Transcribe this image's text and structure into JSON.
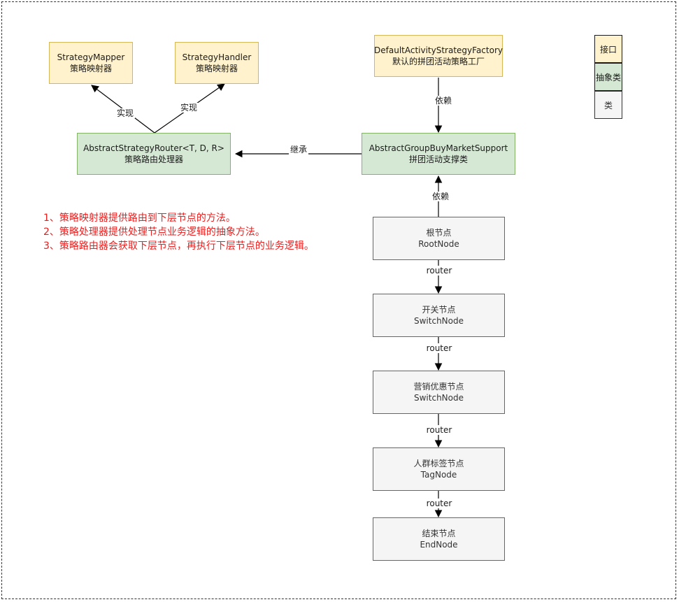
{
  "nodes": {
    "strategy_mapper": {
      "title": "StrategyMapper",
      "subtitle": "策略映射器"
    },
    "strategy_handler": {
      "title": "StrategyHandler",
      "subtitle": "策略映射器"
    },
    "factory": {
      "title": "DefaultActivityStrategyFactory",
      "subtitle": "默认的拼团活动策略工厂"
    },
    "router": {
      "title": "AbstractStrategyRouter<T, D, R>",
      "subtitle": "策略路由处理器"
    },
    "support": {
      "title": "AbstractGroupBuyMarketSupport",
      "subtitle": "拼团活动支撑类"
    },
    "root_node": {
      "title": "根节点",
      "subtitle": "RootNode"
    },
    "switch_node": {
      "title": "开关节点",
      "subtitle": "SwitchNode"
    },
    "marketing_node": {
      "title": "营销优惠节点",
      "subtitle": "SwitchNode"
    },
    "tag_node": {
      "title": "人群标签节点",
      "subtitle": "TagNode"
    },
    "end_node": {
      "title": "结束节点",
      "subtitle": "EndNode"
    }
  },
  "edge_labels": {
    "implements_mapper": "实现",
    "implements_handler": "实现",
    "inherits": "继承",
    "factory_depends": "依赖",
    "root_depends": "依赖",
    "router_1": "router",
    "router_2": "router",
    "router_3": "router",
    "router_4": "router"
  },
  "notes": [
    "1、策略映射器提供路由到下层节点的方法。",
    "2、策略处理器提供处理节点业务逻辑的抽象方法。",
    "3、策略路由器会获取下层节点，再执行下层节点的业务逻辑。"
  ],
  "legend": {
    "interface": "接口",
    "abstract_class": "抽象类",
    "class": "类"
  },
  "colors": {
    "interface_fill": "#fff2cc",
    "abstract_fill": "#d5e8d4",
    "class_fill": "#f5f5f5",
    "note_text": "#e8201f"
  }
}
